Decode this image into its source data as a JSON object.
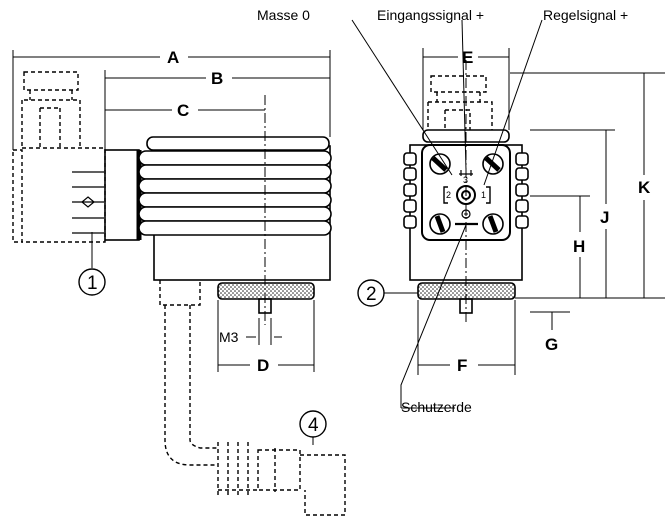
{
  "labels": {
    "masse": "Masse 0",
    "eingang": "Eingangssignal +",
    "regel": "Regelsignal +",
    "schutzerde": "Schutzerde",
    "m3": "M3"
  },
  "dimensions": {
    "A": "A",
    "B": "B",
    "C": "C",
    "D": "D",
    "E": "E",
    "F": "F",
    "G": "G",
    "H": "H",
    "J": "J",
    "K": "K"
  },
  "callouts": {
    "c1": "1",
    "c2": "2",
    "c4": "4"
  },
  "pins": {
    "p1": "1",
    "p2": "2",
    "p3": "3"
  }
}
